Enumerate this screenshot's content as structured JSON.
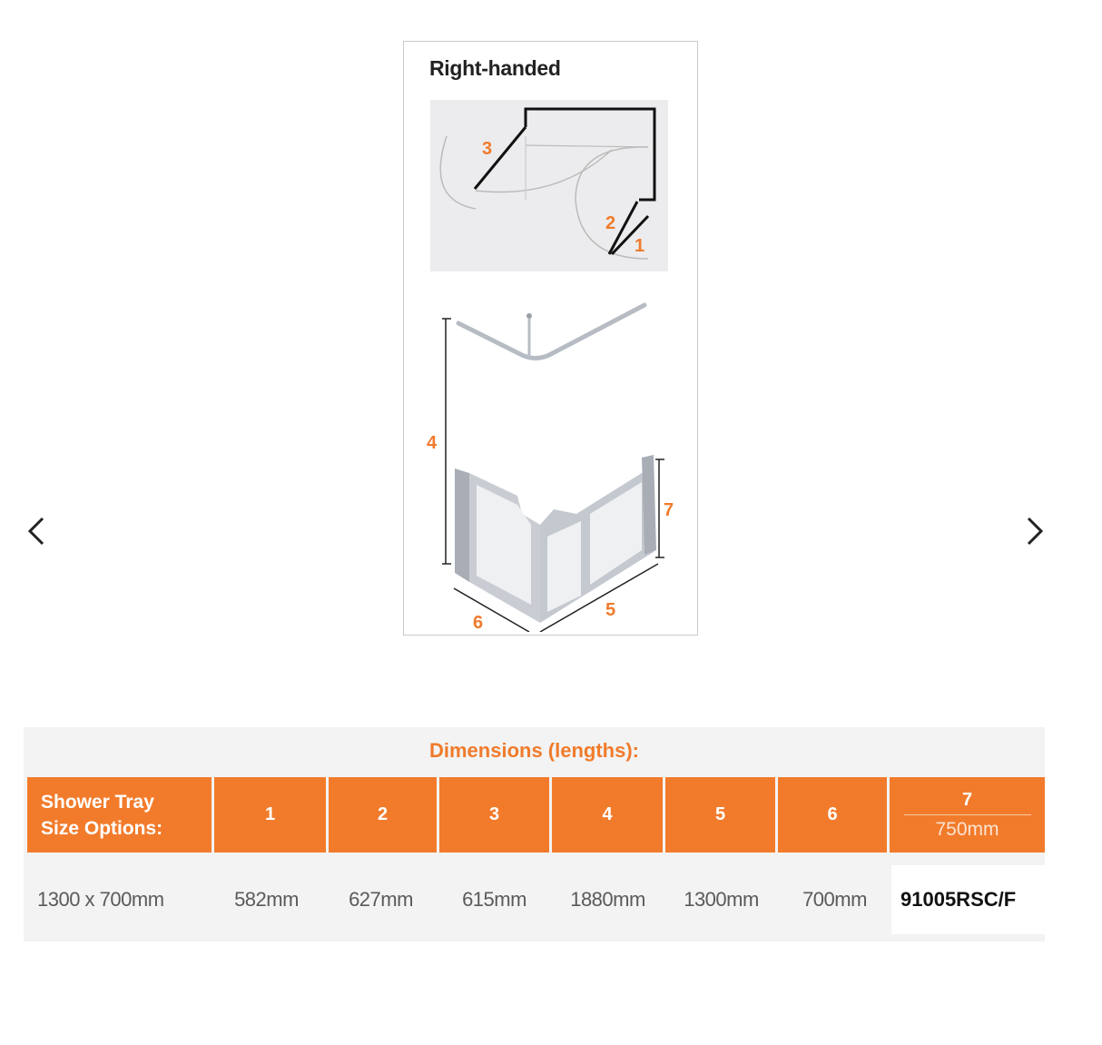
{
  "card": {
    "title": "Right-handed",
    "plan_labels": [
      "3",
      "2",
      "1"
    ],
    "iso_labels": [
      "4",
      "7",
      "6",
      "5"
    ]
  },
  "colors": {
    "accent": "#f27b2b",
    "label_orange": "#f07b2c",
    "row_bg": "#f3f3f3"
  },
  "icons": {
    "prev": "chevron-left-icon",
    "next": "chevron-right-icon"
  },
  "table": {
    "heading": "Dimensions (lengths):",
    "header_first": "Shower Tray\nSize Options:",
    "headers": [
      "1",
      "2",
      "3",
      "4",
      "5",
      "6"
    ],
    "header_last_top": "7",
    "header_last_bottom": "750mm",
    "row_first": "1300 x 700mm",
    "row_values": [
      "582mm",
      "627mm",
      "615mm",
      "1880mm",
      "1300mm",
      "700mm"
    ],
    "row_last": "91005RSC/F"
  }
}
